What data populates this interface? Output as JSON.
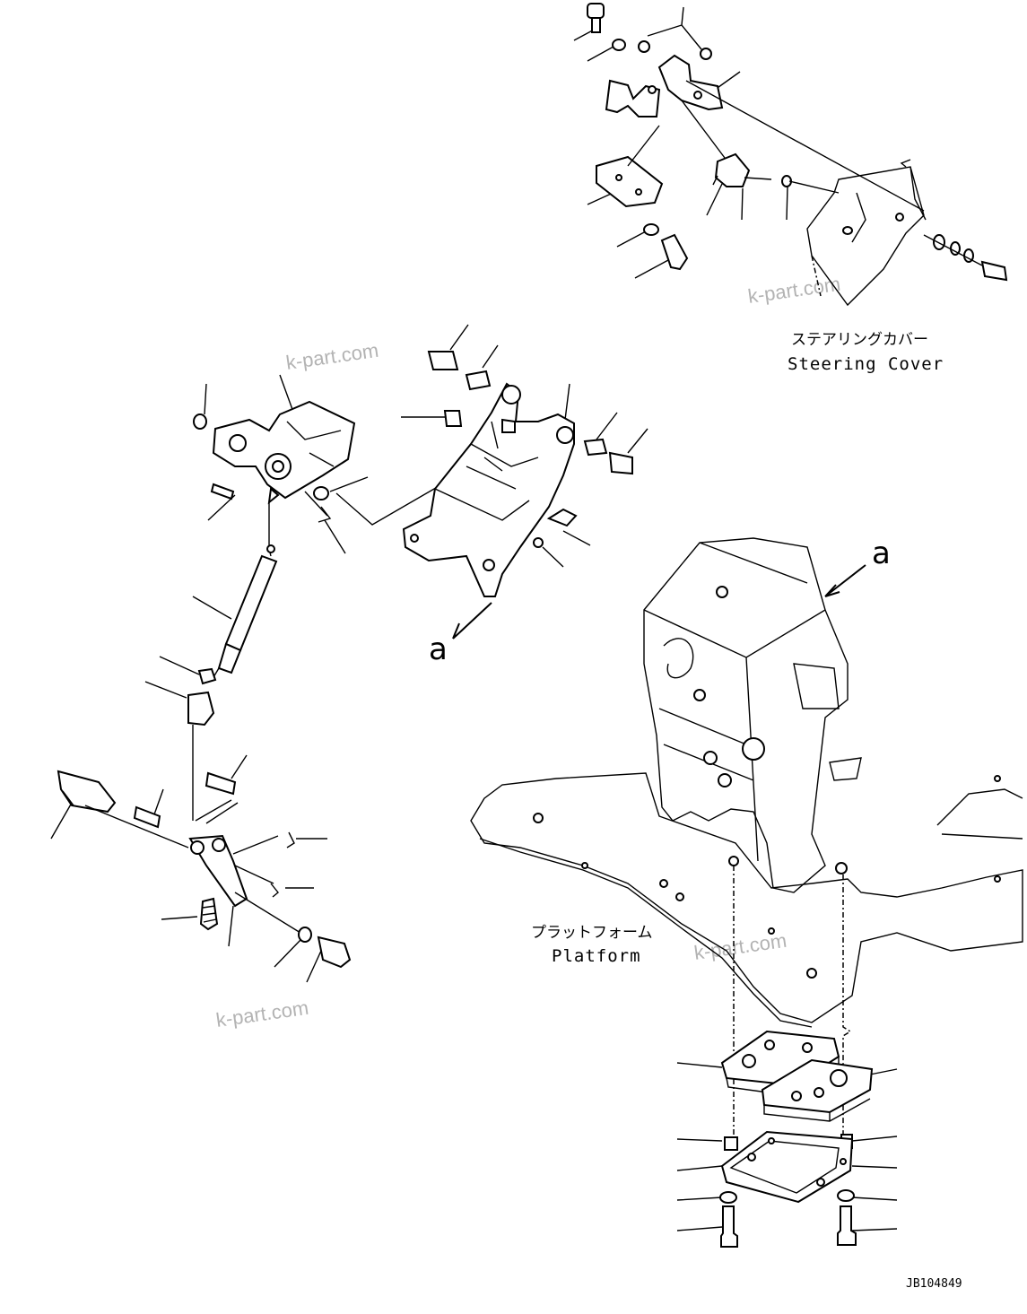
{
  "labels": {
    "steering_cover_jp": "ステアリングカバー",
    "steering_cover_en": "Steering Cover",
    "platform_jp": "プラットフォーム",
    "platform_en": "Platform",
    "view_arrow_left": "a",
    "view_arrow_right": "a"
  },
  "watermarks": [
    "k-part.com",
    "k-part.com",
    "k-part.com",
    "k-part.com"
  ],
  "drawing_code": "JB104849"
}
